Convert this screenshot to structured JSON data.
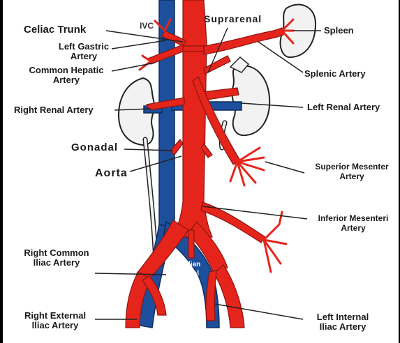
{
  "colors": {
    "artery": "#e5251b",
    "vein": "#1d4f9c",
    "kidney": "#f2f2f2",
    "outline": "#222222",
    "frame": "#000000"
  },
  "labels": {
    "ivc": "IVC",
    "celiac_trunk": "Celiac Trunk",
    "left_gastric": [
      "Left Gastric",
      "Artery"
    ],
    "common_hepatic": [
      "Common Hepatic",
      "Artery"
    ],
    "right_renal": "Right Renal Artery",
    "gonadal": "Gonadal",
    "aorta": "Aorta",
    "right_common_iliac": [
      "Right Common",
      "Iliac Artery"
    ],
    "right_external_iliac": [
      "Right External",
      "Iliac Artery"
    ],
    "suprarenal": "Suprarenal",
    "spleen": "Spleen",
    "splenic": "Splenic Artery",
    "left_renal": "Left Renal Artery",
    "superior_mesenteric": [
      "Superior Mesenter",
      "Artery"
    ],
    "inferior_mesenteric": [
      "Inferior Mesenteri",
      "Artery"
    ],
    "median_sacral": [
      "Median",
      "Sacral"
    ],
    "left_internal_iliac": [
      "Left Internal",
      "Iliac Artery"
    ]
  }
}
